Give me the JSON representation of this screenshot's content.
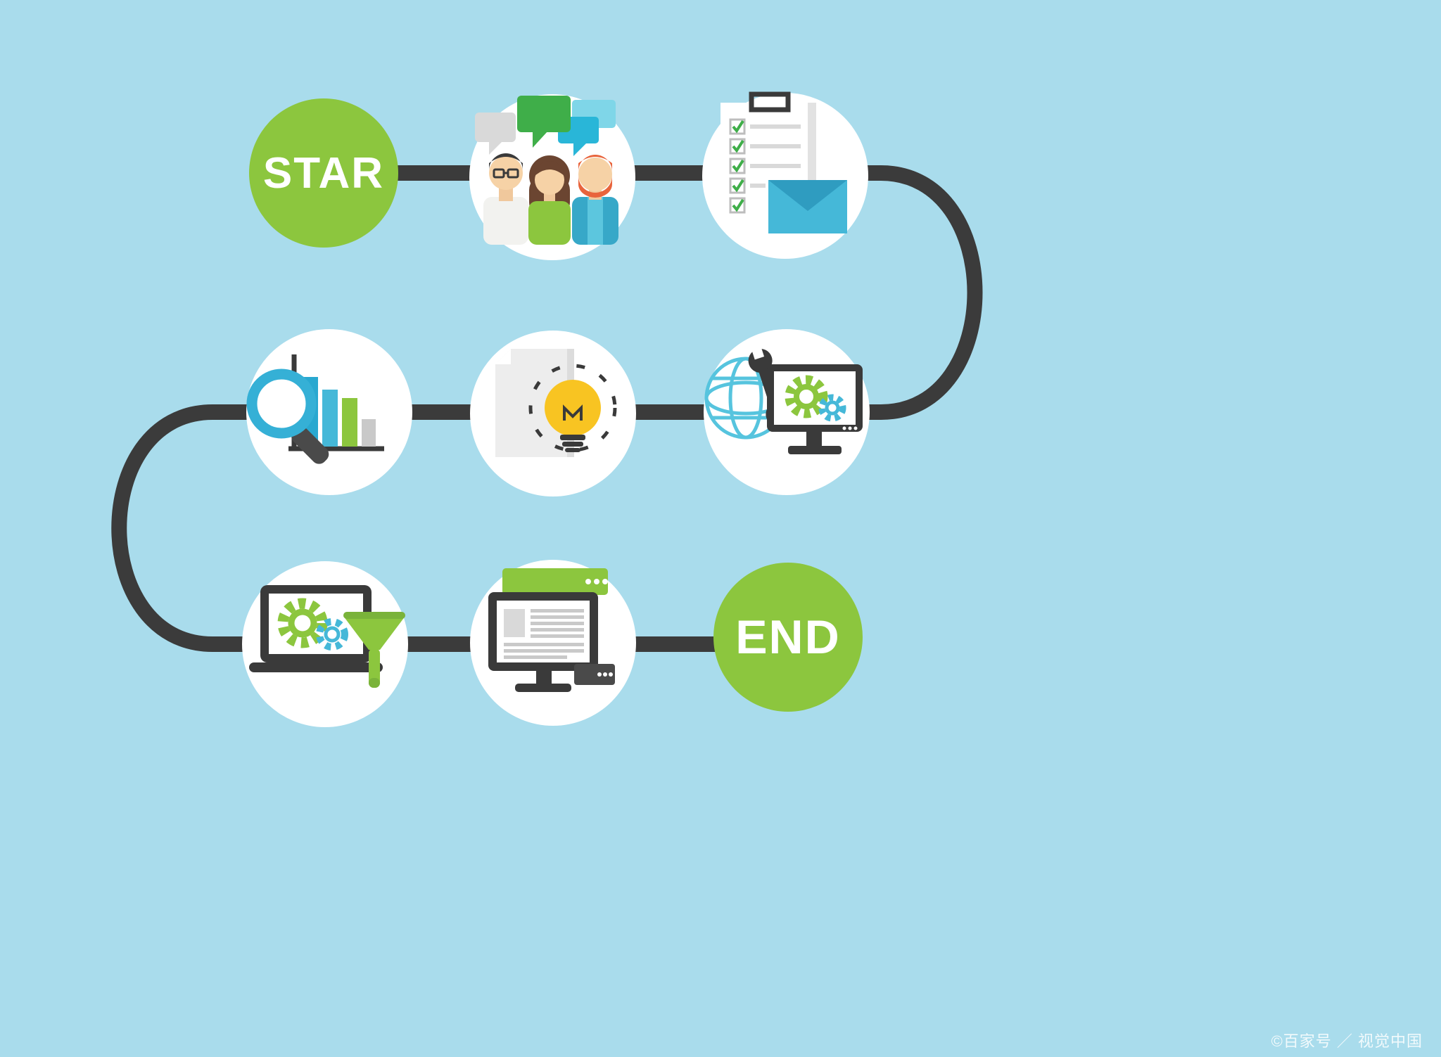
{
  "canvas": {
    "background_color": "#a9dcec",
    "connector_color": "#3b3b3b"
  },
  "nodes": {
    "start": {
      "label": "STAR",
      "color": "#8cc63e"
    },
    "end": {
      "label": "END",
      "color": "#8cc63e"
    }
  },
  "steps": [
    {
      "id": "team-discussion",
      "icon": "people-chat-icon"
    },
    {
      "id": "checklist-mail",
      "icon": "clipboard-checklist-envelope-icon"
    },
    {
      "id": "online-setup",
      "icon": "globe-wrench-monitor-gears-icon"
    },
    {
      "id": "idea",
      "icon": "document-lightbulb-icon"
    },
    {
      "id": "analysis",
      "icon": "magnifier-bar-chart-icon"
    },
    {
      "id": "data-filtering",
      "icon": "laptop-gears-funnel-icon"
    },
    {
      "id": "web-report",
      "icon": "monitor-webpage-icon"
    }
  ],
  "colors": {
    "green": "#8cc63e",
    "dark_green": "#7ab33a",
    "bright_green": "#3fae49",
    "teal": "#45b8d8",
    "light_teal": "#7fd6e8",
    "dark": "#3a3a3a",
    "gray": "#d9d9d9",
    "yellow": "#f8c422",
    "orange": "#e8643c",
    "skin": "#f6d2a6"
  },
  "watermark": {
    "text": "©百家号 ／ 视觉中国"
  }
}
